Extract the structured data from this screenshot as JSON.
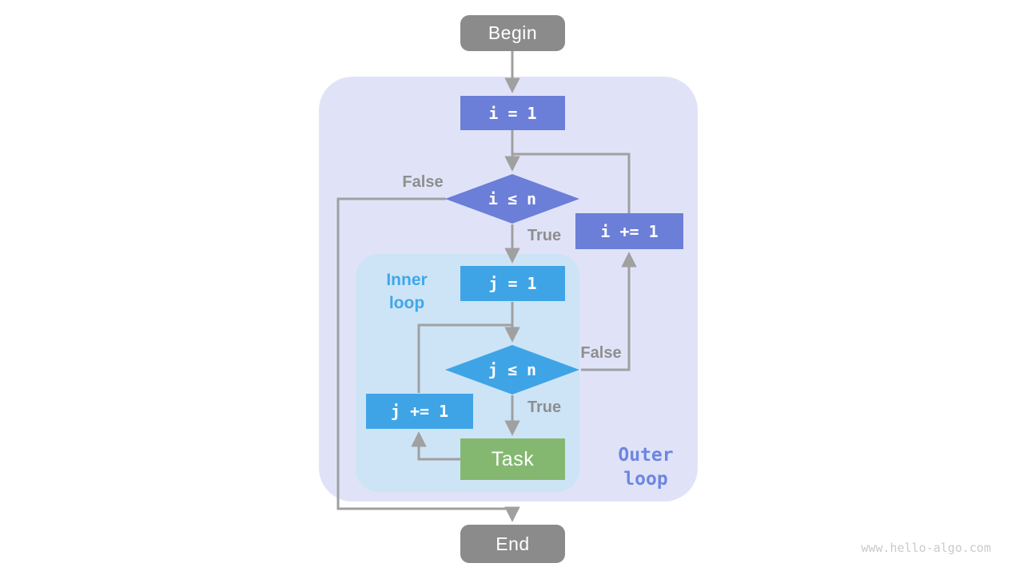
{
  "diagram": {
    "nodes": {
      "begin": "Begin",
      "init_i": "i = 1",
      "cond_i": "i ≤ n",
      "incr_i": "i += 1",
      "init_j": "j = 1",
      "cond_j": "j ≤ n",
      "incr_j": "j += 1",
      "task": "Task",
      "end": "End"
    },
    "branch_labels": {
      "outer_false": "False",
      "outer_true": "True",
      "inner_false": "False",
      "inner_true": "True"
    },
    "region_labels": {
      "inner_line1": "Inner",
      "inner_line2": "loop",
      "outer_line1": "Outer",
      "outer_line2": "loop"
    },
    "watermark": "www.hello-algo.com"
  },
  "colors": {
    "canvas_bg": "#ffffff",
    "node_gray": "#8b8b8b",
    "node_purple": "#6b7ed8",
    "node_blue": "#3ea4e6",
    "node_green": "#84b871",
    "outer_bg": "#e0e3f8",
    "inner_bg": "#cde4f6",
    "arrow": "#a0a0a0",
    "branch_text": "#8e8e8e",
    "inner_label_text": "#3fa7ea",
    "outer_label_text": "#6d86e0",
    "watermark_text": "#cacaca"
  }
}
